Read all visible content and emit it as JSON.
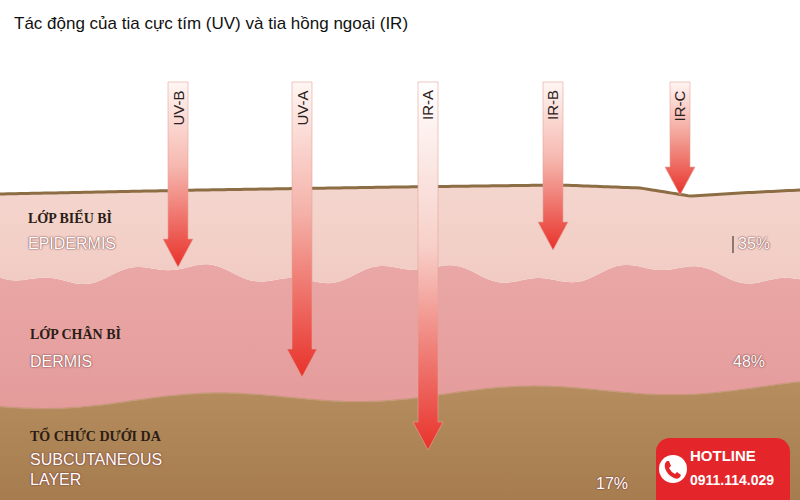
{
  "diagram": {
    "title": "Tác động của tia cực tím (UV) và tia hồng ngoại (IR)",
    "nodes": [
      {
        "text": [
          "UV-B"
        ]
      },
      {
        "text": [
          "UV-A"
        ]
      },
      {
        "text": [
          "IR-A"
        ]
      },
      {
        "text": [
          "IR-B"
        ]
      },
      {
        "text": [
          "IR-C"
        ]
      },
      {
        "text": [
          "LỚP BIỂU BÌ",
          "EPIDERMIS",
          "35%"
        ]
      },
      {
        "text": [
          "LỚP CHÂN BÌ",
          "DERMIS",
          "48%"
        ]
      },
      {
        "text": [
          "TỔ CHỨC DƯỚI DA",
          "SUBCUTANEOUS LAYER",
          "17%"
        ]
      },
      {
        "text": [
          "HOTLINE",
          "0911.114.029"
        ]
      }
    ]
  }
}
